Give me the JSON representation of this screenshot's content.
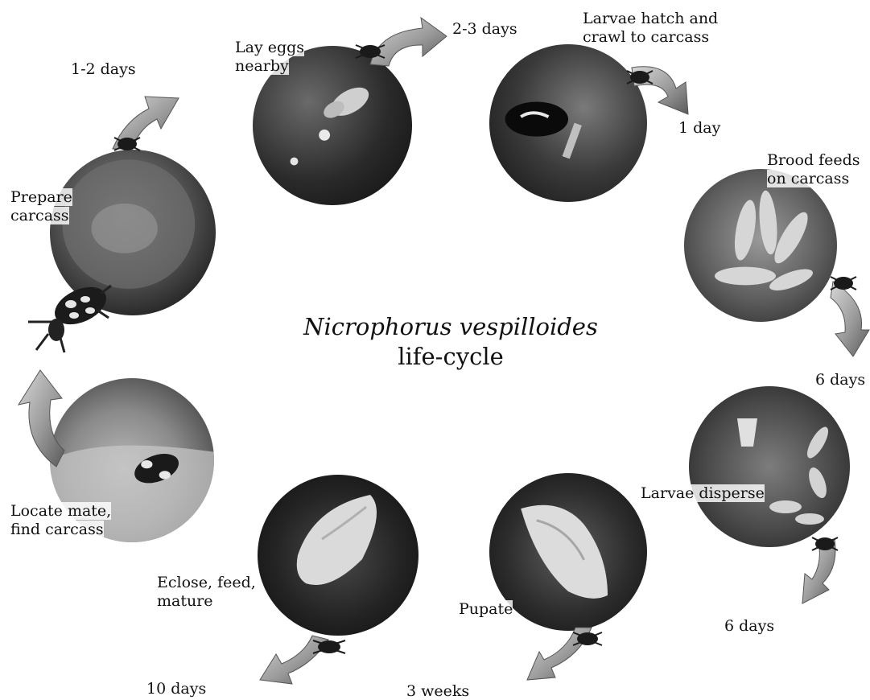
{
  "title": {
    "species": "Nicrophorus vespilloides",
    "subtitle": "life-cycle"
  },
  "stages": [
    {
      "id": "prepare",
      "label_lines": [
        "Prepare",
        "carcass"
      ]
    },
    {
      "id": "lay",
      "label_lines": [
        "Lay eggs",
        "nearby"
      ]
    },
    {
      "id": "hatch",
      "label_lines": [
        "Larvae hatch and",
        "crawl to carcass"
      ]
    },
    {
      "id": "brood",
      "label_lines": [
        "Brood feeds",
        "on carcass"
      ]
    },
    {
      "id": "disperse",
      "label_lines": [
        "Larvae disperse"
      ]
    },
    {
      "id": "pupate",
      "label_lines": [
        "Pupate"
      ]
    },
    {
      "id": "eclose",
      "label_lines": [
        "Eclose, feed,",
        "mature"
      ]
    },
    {
      "id": "locate",
      "label_lines": [
        "Locate mate,",
        "find carcass"
      ]
    }
  ],
  "durations": {
    "prepare_to_lay": "1-2 days",
    "lay_to_hatch": "2-3 days",
    "hatch_to_brood": "1 day",
    "brood_to_disperse": "6 days",
    "disperse_to_pupate": "6 days",
    "pupate_to_eclose": "3 weeks",
    "eclose_to_locate": "10 days"
  },
  "colors": {
    "arrow_light": "#c8c8c8",
    "arrow_dark": "#6e6e6e",
    "photo_dark": "#1a1a1a"
  }
}
